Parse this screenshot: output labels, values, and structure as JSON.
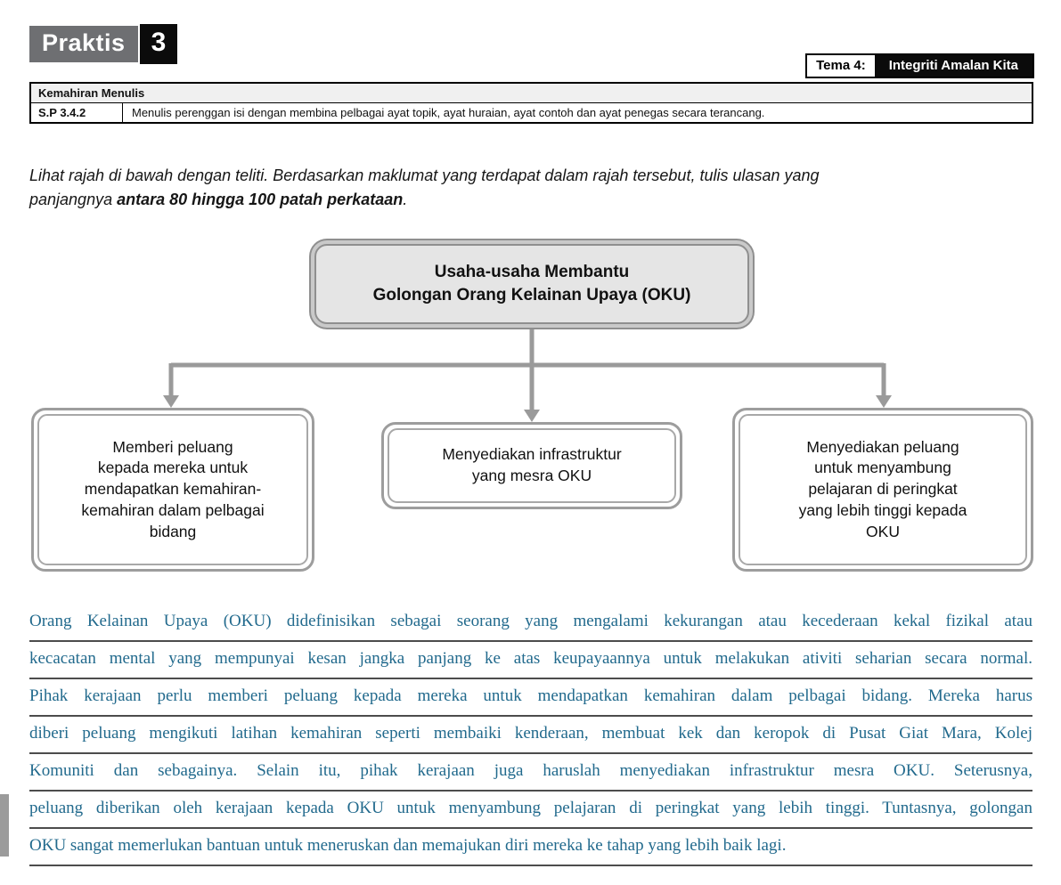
{
  "colors": {
    "answer_ink": "#226a8d",
    "connector_gray": "#9a9a9a",
    "praktis_gray": "#6e6f72",
    "badge_black": "#0b0b0b"
  },
  "header": {
    "praktis_label": "Praktis",
    "praktis_number": "3",
    "tema_label": "Tema 4:",
    "tema_value": "Integriti Amalan Kita"
  },
  "standards_table": {
    "skill_header": "Kemahiran Menulis",
    "code": "S.P 3.4.2",
    "description": "Menulis perenggan isi dengan membina pelbagai ayat topik, ayat huraian, ayat contoh dan ayat penegas secara terancang."
  },
  "instruction": {
    "line1": "Lihat rajah di bawah dengan teliti. Berdasarkan maklumat yang terdapat dalam rajah tersebut, tulis ulasan yang",
    "line2_pre": "panjangnya ",
    "line2_bold": "antara 80 hingga 100 patah perkataan",
    "line2_end": "."
  },
  "diagram": {
    "root_title": "Usaha-usaha Membantu Golongan Orang Kelainan Upaya (OKU)",
    "root_lines": [
      "Usaha-usaha Membantu",
      "Golongan Orang Kelainan Upaya (OKU)"
    ],
    "branches": [
      {
        "label": "Memberi peluang kepada mereka untuk mendapatkan kemahiran-kemahiran dalam pelbagai bidang",
        "lines": [
          "Memberi peluang",
          "kepada mereka untuk",
          "mendapatkan kemahiran-",
          "kemahiran dalam pelbagai",
          "bidang"
        ]
      },
      {
        "label": "Menyediakan infrastruktur yang mesra OKU",
        "lines": [
          "Menyediakan infrastruktur",
          "yang mesra OKU"
        ]
      },
      {
        "label": "Menyediakan peluang untuk menyambung pelajaran di peringkat yang lebih tinggi kepada OKU",
        "lines": [
          "Menyediakan peluang",
          "untuk menyambung",
          "pelajaran di peringkat",
          "yang lebih tinggi kepada",
          "OKU"
        ]
      }
    ]
  },
  "answer": {
    "lines": [
      "Orang Kelainan Upaya (OKU) didefinisikan sebagai seorang yang mengalami kekurangan atau kecederaan kekal fizikal atau",
      "kecacatan mental yang mempunyai kesan jangka panjang ke atas keupayaannya untuk melakukan ativiti seharian secara normal.",
      "Pihak kerajaan perlu memberi peluang kepada mereka untuk mendapatkan kemahiran dalam pelbagai bidang. Mereka harus",
      "diberi peluang mengikuti latihan kemahiran seperti membaiki kenderaan, membuat kek dan keropok di Pusat Giat Mara, Kolej",
      "Komuniti dan sebagainya. Selain itu, pihak kerajaan juga haruslah menyediakan infrastruktur mesra OKU. Seterusnya,",
      "peluang diberikan oleh kerajaan kepada OKU untuk menyambung pelajaran di peringkat yang lebih tinggi. Tuntasnya, golongan",
      "OKU sangat memerlukan bantuan untuk meneruskan dan memajukan diri mereka ke tahap yang lebih baik lagi."
    ]
  }
}
